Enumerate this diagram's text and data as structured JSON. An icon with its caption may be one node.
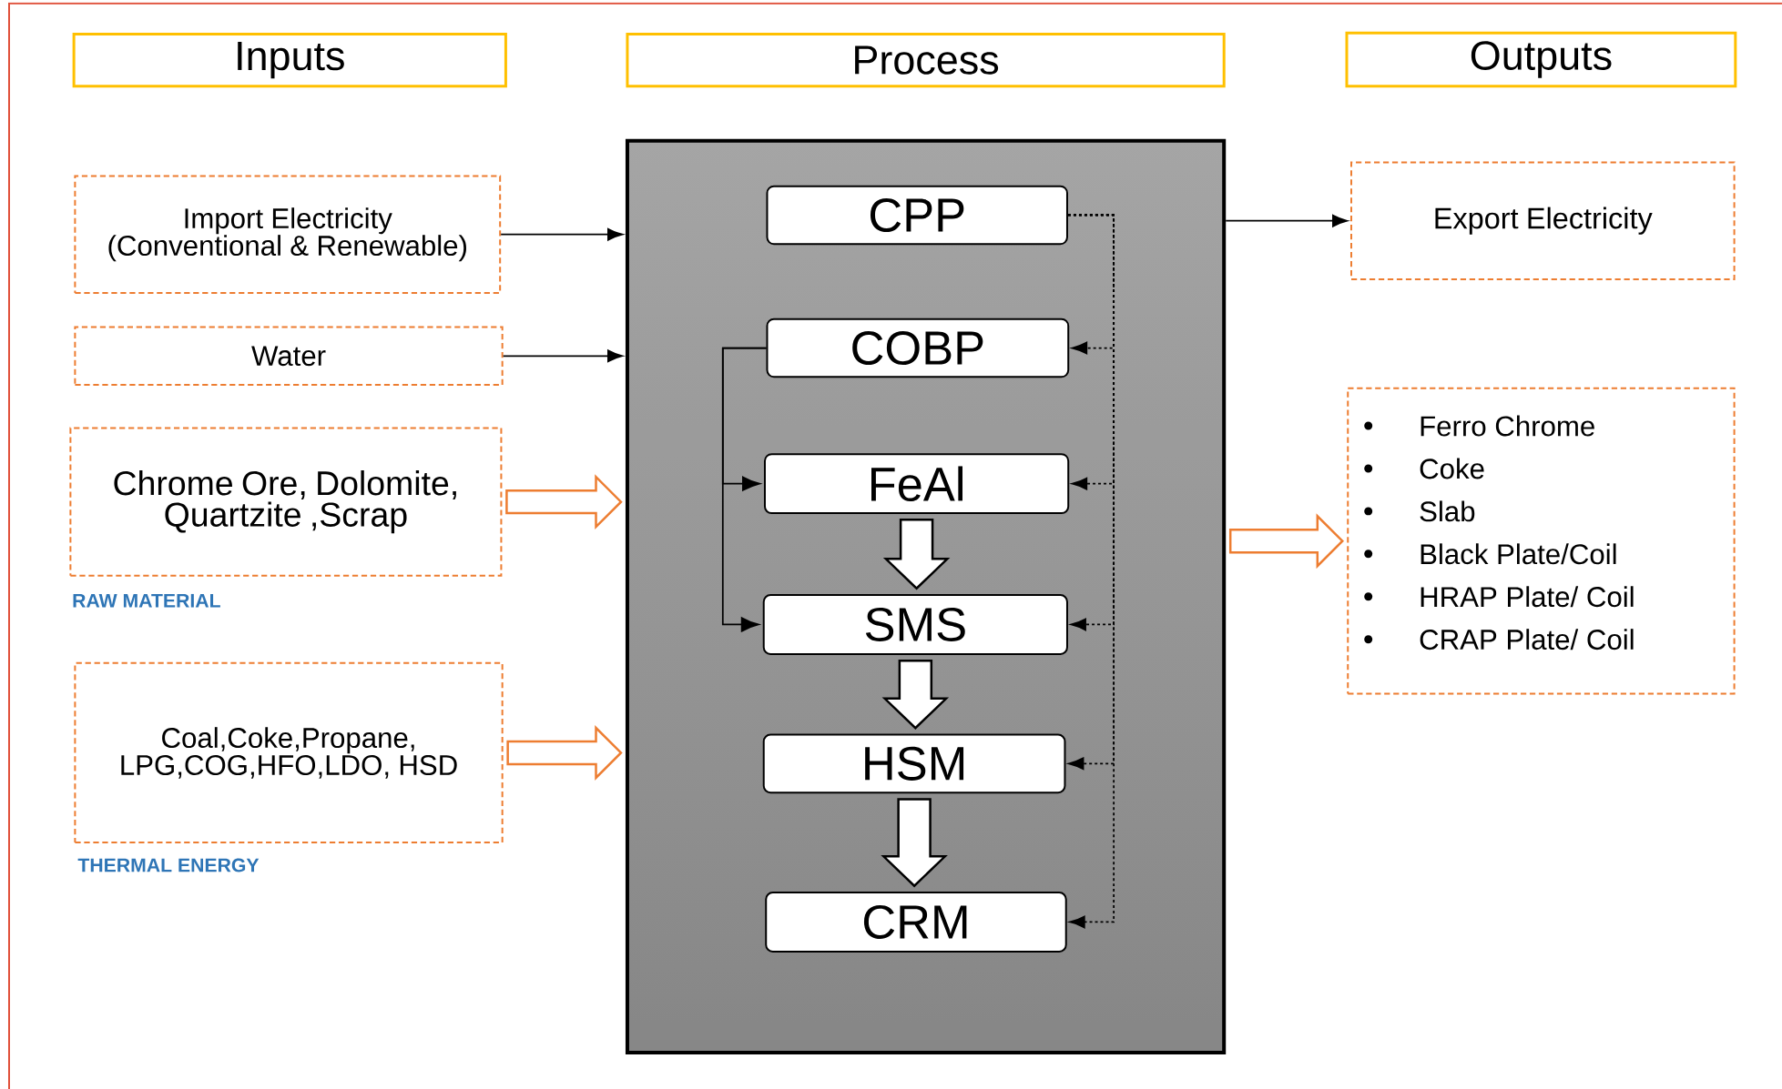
{
  "diagram": {
    "nodes": [
      {
        "text": [
          "Inputs"
        ]
      },
      {
        "text": [
          "Process"
        ]
      },
      {
        "text": [
          "Outputs"
        ]
      },
      {
        "text": [
          "Import Electricity (Conventional & Renewable)"
        ]
      },
      {
        "text": [
          "Water"
        ]
      },
      {
        "text": [
          "Chrome Ore, Dolomite, Quartzite ,Scrap"
        ],
        "beside": [
          "RAW MATERIAL"
        ]
      },
      {
        "text": [
          "Coal,Coke,Propane, LPG,COG,HFO,LDO, HSD"
        ],
        "beside": [
          "THERMAL ENERGY"
        ]
      },
      {
        "text": [],
        "shape": "box"
      },
      {
        "text": [
          "CPP"
        ],
        "in": 7
      },
      {
        "text": [
          "COBP"
        ],
        "in": 7
      },
      {
        "text": [
          "FeAl"
        ],
        "in": 7
      },
      {
        "text": [
          "SMS"
        ],
        "in": 7
      },
      {
        "text": [
          "HSM"
        ],
        "in": 7
      },
      {
        "text": [
          "CRM"
        ],
        "in": 7
      },
      {
        "text": [
          "Export Electricity"
        ]
      },
      {
        "text": [
          "Ferro Chrome",
          "Coke",
          "Slab",
          "Black Plate/Coil",
          "HRAP Plate/ Coil",
          "CRAP Plate/ Coil"
        ]
      }
    ],
    "edges": [
      {
        "from": 3,
        "to": 7,
        "arrow": "to"
      },
      {
        "from": 4,
        "to": 7,
        "arrow": "to"
      },
      {
        "from": 5,
        "to": 7,
        "arrow": "to",
        "style": "thick",
        "color": "#ed7d31"
      },
      {
        "from": 6,
        "to": 7,
        "arrow": "to",
        "style": "thick",
        "color": "#ed7d31"
      },
      {
        "from": 7,
        "to": 14,
        "arrow": "to"
      },
      {
        "from": 7,
        "to": 15,
        "arrow": "to",
        "style": "thick",
        "color": "#ed7d31"
      },
      {
        "from": 8,
        "to": 9,
        "arrow": "to",
        "style": "dashed"
      },
      {
        "from": 8,
        "to": 10,
        "arrow": "to",
        "style": "dashed"
      },
      {
        "from": 8,
        "to": 11,
        "arrow": "to",
        "style": "dashed"
      },
      {
        "from": 8,
        "to": 12,
        "arrow": "to",
        "style": "dashed"
      },
      {
        "from": 8,
        "to": 13,
        "arrow": "to",
        "style": "dashed"
      },
      {
        "from": 9,
        "to": 10,
        "arrow": "to"
      },
      {
        "from": 9,
        "to": 11,
        "arrow": "to"
      },
      {
        "from": 10,
        "to": 11,
        "arrow": "to",
        "style": "thick"
      },
      {
        "from": 11,
        "to": 12,
        "arrow": "to",
        "style": "thick"
      },
      {
        "from": 12,
        "to": 13,
        "arrow": "to",
        "style": "thick"
      }
    ]
  }
}
